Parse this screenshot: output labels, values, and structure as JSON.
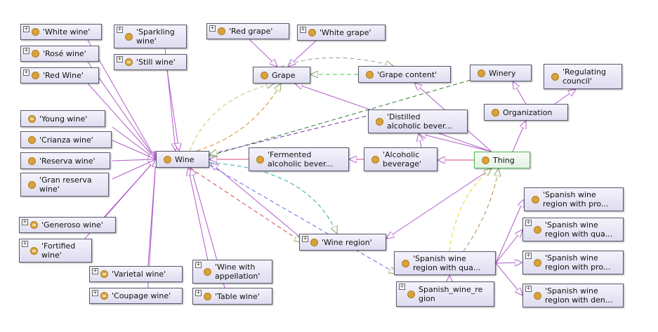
{
  "nodes": [
    {
      "id": "white_wine",
      "label": "'White wine'",
      "expand": true,
      "eq": false
    },
    {
      "id": "rose_wine",
      "label": "'Rosé wine'",
      "expand": true,
      "eq": false
    },
    {
      "id": "red_wine",
      "label": "'Red Wine'",
      "expand": true,
      "eq": false
    },
    {
      "id": "sparkling_wine",
      "label": "'Sparkling\nwine'",
      "expand": true,
      "eq": false
    },
    {
      "id": "still_wine",
      "label": "'Still wine'",
      "expand": true,
      "eq": true
    },
    {
      "id": "red_grape",
      "label": "'Red grape'",
      "expand": true,
      "eq": false
    },
    {
      "id": "white_grape",
      "label": "'White grape'",
      "expand": true,
      "eq": false
    },
    {
      "id": "grape",
      "label": "Grape",
      "expand": false,
      "eq": false
    },
    {
      "id": "grape_content",
      "label": "'Grape content'",
      "expand": false,
      "eq": false
    },
    {
      "id": "winery",
      "label": "Winery",
      "expand": false,
      "eq": false
    },
    {
      "id": "regulating_council",
      "label": "'Regulating\ncouncil'",
      "expand": false,
      "eq": false
    },
    {
      "id": "organization",
      "label": "Organization",
      "expand": false,
      "eq": false
    },
    {
      "id": "distilled",
      "label": "'Distilled\nalcoholic bever...",
      "expand": false,
      "eq": false
    },
    {
      "id": "young_wine",
      "label": "'Young wine'",
      "expand": false,
      "eq": true
    },
    {
      "id": "crianza_wine",
      "label": "'Crianza wine'",
      "expand": false,
      "eq": false
    },
    {
      "id": "reserva_wine",
      "label": "'Reserva wine'",
      "expand": false,
      "eq": false
    },
    {
      "id": "gran_reserva",
      "label": "'Gran reserva\nwine'",
      "expand": false,
      "eq": false
    },
    {
      "id": "wine",
      "label": "Wine",
      "expand": false,
      "eq": false
    },
    {
      "id": "fermented",
      "label": "'Fermented\nalcoholic bever...",
      "expand": false,
      "eq": false
    },
    {
      "id": "alcoholic",
      "label": "'Alcoholic\nbeverage'",
      "expand": false,
      "eq": false
    },
    {
      "id": "thing",
      "label": "Thing",
      "expand": false,
      "eq": false,
      "top": true
    },
    {
      "id": "generoso_wine",
      "label": "'Generoso wine'",
      "expand": true,
      "eq": true
    },
    {
      "id": "fortified_wine",
      "label": "'Fortified\nwine'",
      "expand": true,
      "eq": true
    },
    {
      "id": "wine_region",
      "label": "'Wine region'",
      "expand": true,
      "eq": false
    },
    {
      "id": "varietal_wine",
      "label": "'Varietal wine'",
      "expand": true,
      "eq": true
    },
    {
      "id": "coupage_wine",
      "label": "'Coupage wine'",
      "expand": true,
      "eq": true
    },
    {
      "id": "wine_appellation",
      "label": "'Wine with\nappellation'",
      "expand": true,
      "eq": false
    },
    {
      "id": "table_wine",
      "label": "'Table wine'",
      "expand": true,
      "eq": false
    },
    {
      "id": "sp_region_qua_center",
      "label": "'Spanish wine\nregion with qua...",
      "expand": false,
      "eq": false
    },
    {
      "id": "spanish_wine_region",
      "label": "Spanish_wine_re\ngion",
      "expand": true,
      "eq": false
    },
    {
      "id": "sp_region_pro_1",
      "label": "'Spanish wine\nregion with pro...",
      "expand": false,
      "eq": false
    },
    {
      "id": "sp_region_qua_right",
      "label": "'Spanish wine\nregion with qua...",
      "expand": true,
      "eq": false
    },
    {
      "id": "sp_region_pro_2",
      "label": "'Spanish wine\nregion with pro...",
      "expand": true,
      "eq": false
    },
    {
      "id": "sp_region_den",
      "label": "'Spanish wine\nregion with den...",
      "expand": true,
      "eq": false
    }
  ]
}
